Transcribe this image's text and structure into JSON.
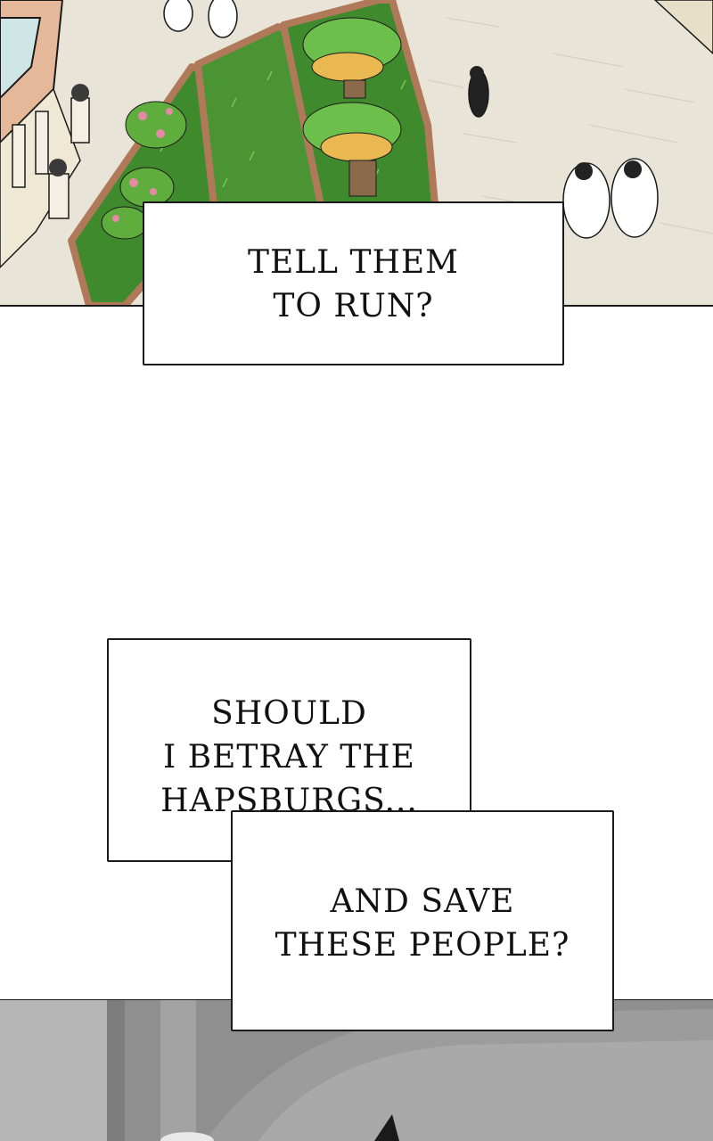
{
  "captions": [
    {
      "lines": [
        "TELL THEM",
        "TO RUN?"
      ]
    },
    {
      "lines": [
        "SHOULD",
        "I BETRAY THE",
        "HAPSBURGS..."
      ]
    },
    {
      "lines": [
        "AND SAVE",
        "THESE PEOPLE?"
      ]
    }
  ],
  "colors": {
    "courtyard": "#e9e4d8",
    "grass": "#3f8a2c",
    "planter_border": "#b07a5a",
    "ink": "#1a1a1a",
    "interior_gray": "#9a9a9a"
  }
}
